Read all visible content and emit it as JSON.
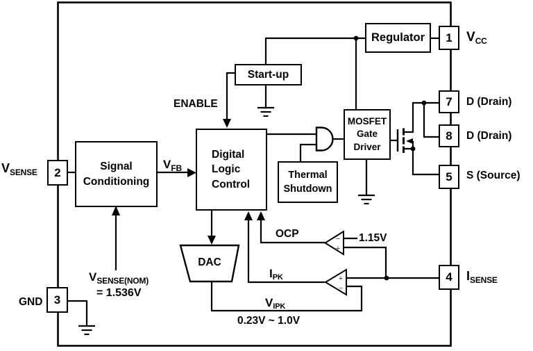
{
  "blocks": {
    "regulator": "Regulator",
    "startup": "Start-up",
    "signal_conditioning": "Signal\nConditioning",
    "digital_logic_control": "Digital\nLogic\nControl",
    "mosfet_gate_driver": "MOSFET\nGate\nDriver",
    "thermal_shutdown": "Thermal\nShutdown",
    "dac": "DAC"
  },
  "pins": {
    "vcc": {
      "number": "1",
      "main": "V",
      "sub": "CC"
    },
    "drain7": {
      "number": "7",
      "label": "D (Drain)"
    },
    "drain8": {
      "number": "8",
      "label": "D (Drain)"
    },
    "source5": {
      "number": "5",
      "label": "S (Source)"
    },
    "isense": {
      "number": "4",
      "main": "I",
      "sub": "SENSE"
    },
    "vsense": {
      "number": "2",
      "main": "V",
      "sub": "SENSE"
    },
    "gnd": {
      "number": "3",
      "label": "GND"
    }
  },
  "signals": {
    "enable": "ENABLE",
    "vfb": {
      "main": "V",
      "sub": "FB"
    },
    "vsense_nom": {
      "main": "V",
      "sub": "SENSE(NOM)",
      "value": "= 1.536V"
    },
    "ocp": "OCP",
    "ocp_threshold": "1.15V",
    "ipk": {
      "main": "I",
      "sub": "PK"
    },
    "vipk": {
      "main": "V",
      "sub": "IPK"
    },
    "vipk_range": "0.23V ~ 1.0V"
  },
  "comparators": {
    "ocp": {
      "top_input": "−",
      "bottom_input": "+"
    },
    "ipk": {
      "top_input": "+",
      "bottom_input": "−"
    }
  },
  "colors": {
    "line": "#000000",
    "background": "#ffffff"
  }
}
